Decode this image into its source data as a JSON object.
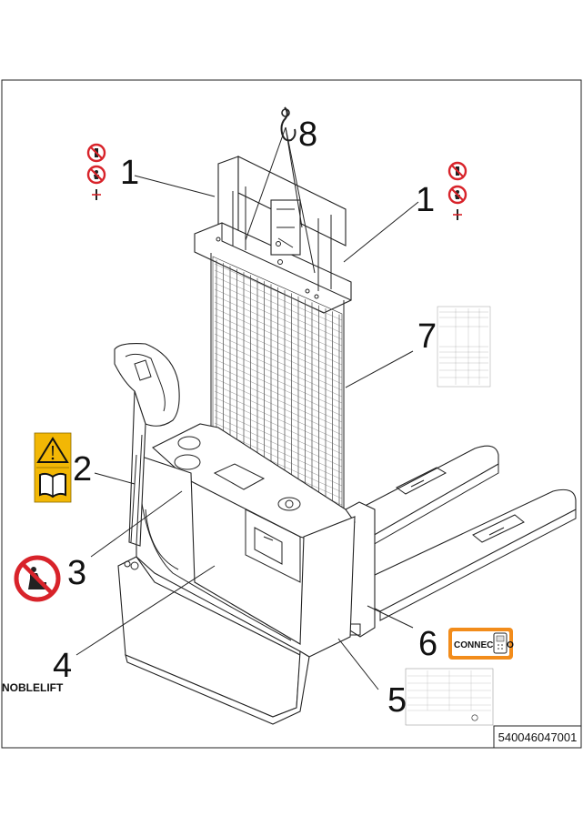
{
  "callouts": {
    "c1_left": "1",
    "c1_right": "1",
    "c2": "2",
    "c3": "3",
    "c4": "4",
    "c5": "5",
    "c6": "6",
    "c7": "7",
    "c8": "8"
  },
  "brand": {
    "logo_text": "NOBLELIFT"
  },
  "part_number": "540046047001",
  "connect_label": {
    "text": "CONNECT TO"
  },
  "icons": {
    "warning": "warning-triangle-icon",
    "manual": "read-manual-book-icon",
    "no_person_under_load": "no-person-under-load-icon",
    "no_riding": "no-riding-on-truck-icon",
    "connector": "diagnostic-device-icon",
    "hook": "lifting-hook-icon"
  },
  "colors": {
    "warning_yellow": "#f2b705",
    "prohibition_red": "#d8232a",
    "connect_orange": "#f28c1b",
    "ink": "#222222"
  }
}
